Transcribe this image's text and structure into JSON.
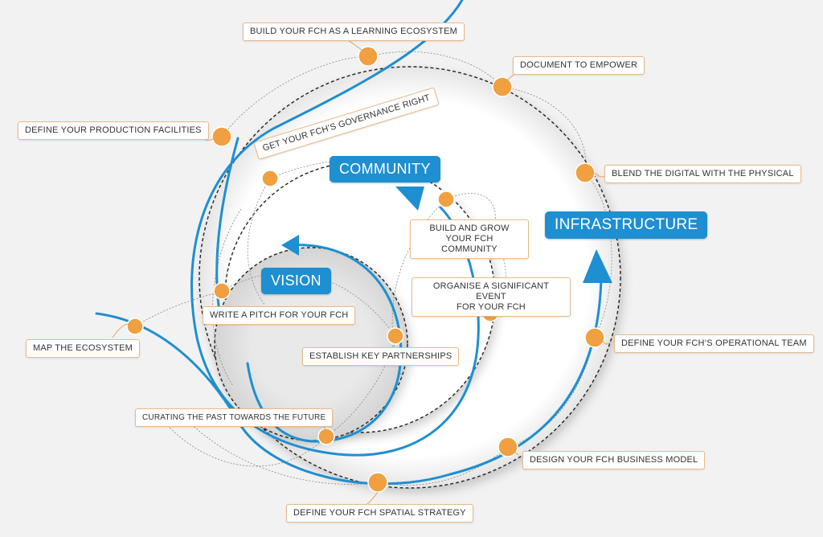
{
  "titles": {
    "vision": "VISION",
    "community": "COMMUNITY",
    "infrastructure": "INFRASTRUCTURE"
  },
  "labels": {
    "build_learning_ecosystem": "BUILD YOUR  FCH AS A LEARNING ECOSYSTEM",
    "document_to_empower": "DOCUMENT TO EMPOWER",
    "define_production_facilities": "DEFINE YOUR PRODUCTION FACILITIES",
    "governance_right": "GET YOUR FCH’S GOVERNANCE RIGHT",
    "blend_digital_physical": "BLEND THE DIGITAL WITH THE PHYSICAL",
    "build_grow_community_1": "BUILD AND GROW",
    "build_grow_community_2": "YOUR FCH COMMUNITY",
    "organise_event_1": "ORGANISE A SIGNIFICANT EVENT",
    "organise_event_2": "FOR YOUR FCH",
    "write_pitch": "WRITE A PITCH FOR YOUR FCH",
    "map_ecosystem": "MAP THE ECOSYSTEM",
    "key_partnerships": "ESTABLISH KEY PARTNERSHIPS",
    "operational_team": "DEFINE YOUR FCH’S OPERATIONAL TEAM",
    "curating_past": "CURATING THE PAST TOWARDS THE FUTURE",
    "business_model": "DESIGN YOUR FCH BUSINESS MODEL",
    "spatial_strategy": "DEFINE YOUR FCH SPATIAL STRATEGY"
  },
  "colors": {
    "blue": "#1e8fd0",
    "orange": "#f0a040",
    "background": "#f2f2f2"
  }
}
